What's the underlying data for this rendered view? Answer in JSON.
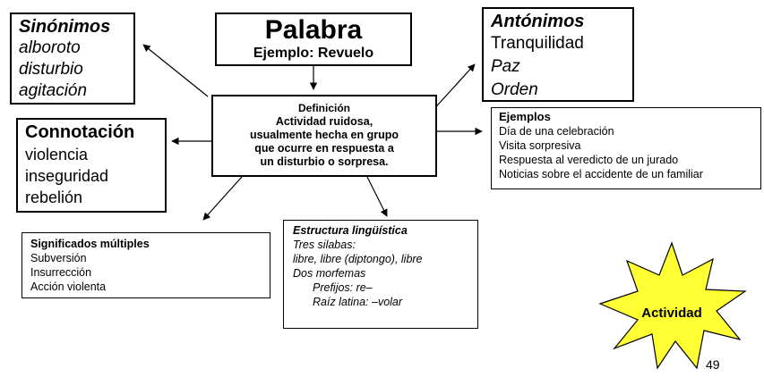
{
  "palabra": {
    "title": "Palabra",
    "example": "Ejemplo: Revuelo"
  },
  "sinonimos": {
    "title": "Sinónimos",
    "items": [
      "alboroto",
      "disturbio",
      "agitación"
    ]
  },
  "antonimos": {
    "title": "Antónimos",
    "items": [
      "Tranquilidad",
      "Paz",
      "Orden"
    ]
  },
  "definicion": {
    "title": "Definición",
    "lines": [
      "Actividad ruidosa,",
      "usualmente hecha en grupo",
      "que ocurre en respuesta a",
      "un disturbio o sorpresa."
    ]
  },
  "connotacion": {
    "title": "Connotación",
    "items": [
      "violencia",
      "inseguridad",
      "rebelión"
    ]
  },
  "ejemplos": {
    "title": "Ejemplos",
    "items": [
      "Día de una celebración",
      "Visita sorpresiva",
      "Respuesta al veredicto de un jurado",
      "Noticias sobre el accidente de un familiar"
    ]
  },
  "significados": {
    "title": "Significados múltiples",
    "items": [
      "Subversión",
      "Insurrección",
      "Acción violenta"
    ]
  },
  "estructura": {
    "title": "Estructura lingüística",
    "line1": "Tres silabas:",
    "line2": "libre, libre (diptongo), libre",
    "line3": "Dos morfemas",
    "line4": "Prefijos: re–",
    "line5": "Raíz latina: –volar"
  },
  "actividad": {
    "label": "Actividad",
    "fill": "#ffff33"
  },
  "page_number": "49"
}
